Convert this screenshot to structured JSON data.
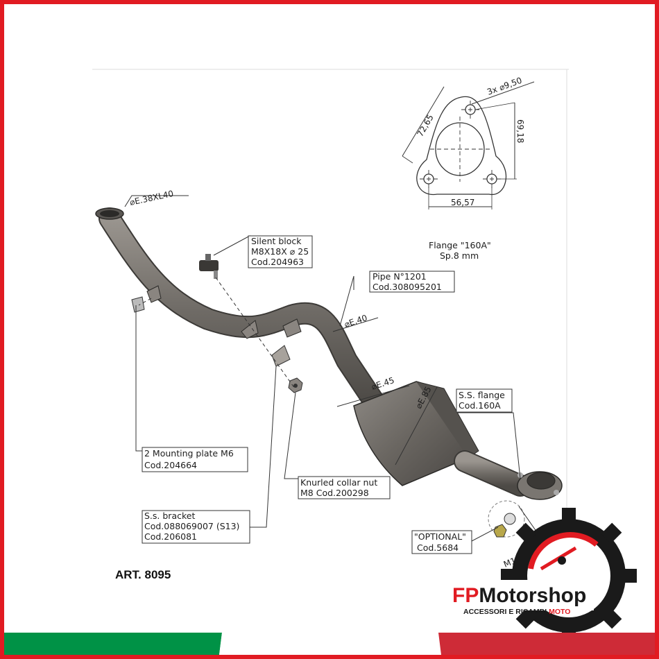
{
  "article": "ART. 8095",
  "flange": {
    "title": "Flange \"160A\"",
    "thickness": "Sp.8 mm",
    "dim_holes": "3x",
    "dim_hole_dia": "9,50",
    "dim_a": "72,65",
    "dim_b": "69,18",
    "dim_c": "56,57"
  },
  "pipe_dims": {
    "inlet": "E.38XL40",
    "mid": "E.40",
    "pre_cat": "E.45",
    "cat": "E.85",
    "thread": "M12X1.25"
  },
  "labels": {
    "silent_block": [
      "Silent block",
      "M8X18X",
      "25",
      "Cod.204963"
    ],
    "pipe": [
      "Pipe N°1201",
      "Cod.308095201"
    ],
    "ss_flange": [
      "S.S. flange",
      "Cod.160A"
    ],
    "mounting_plate": [
      "2 Mounting plate M6",
      "Cod.204664"
    ],
    "knurled_nut": [
      "Knurled collar nut",
      "M8 Cod.200298"
    ],
    "ss_bracket": [
      "S.s. bracket",
      "Cod.088069007 (S13)",
      "Cod.206081"
    ],
    "optional": [
      "\"OPTIONAL\"",
      "Cod.5684"
    ]
  },
  "brand": {
    "name_fp": "FP",
    "name_rest": "Motorshop",
    "tagline": "ACCESSORI E RICAMBI",
    "tagline_accent": "MOTO",
    "accent_color": "#e11b22",
    "dark_color": "#1a1a1a"
  },
  "flag_colors": [
    "#009246",
    "#ffffff",
    "#ce2b37"
  ]
}
